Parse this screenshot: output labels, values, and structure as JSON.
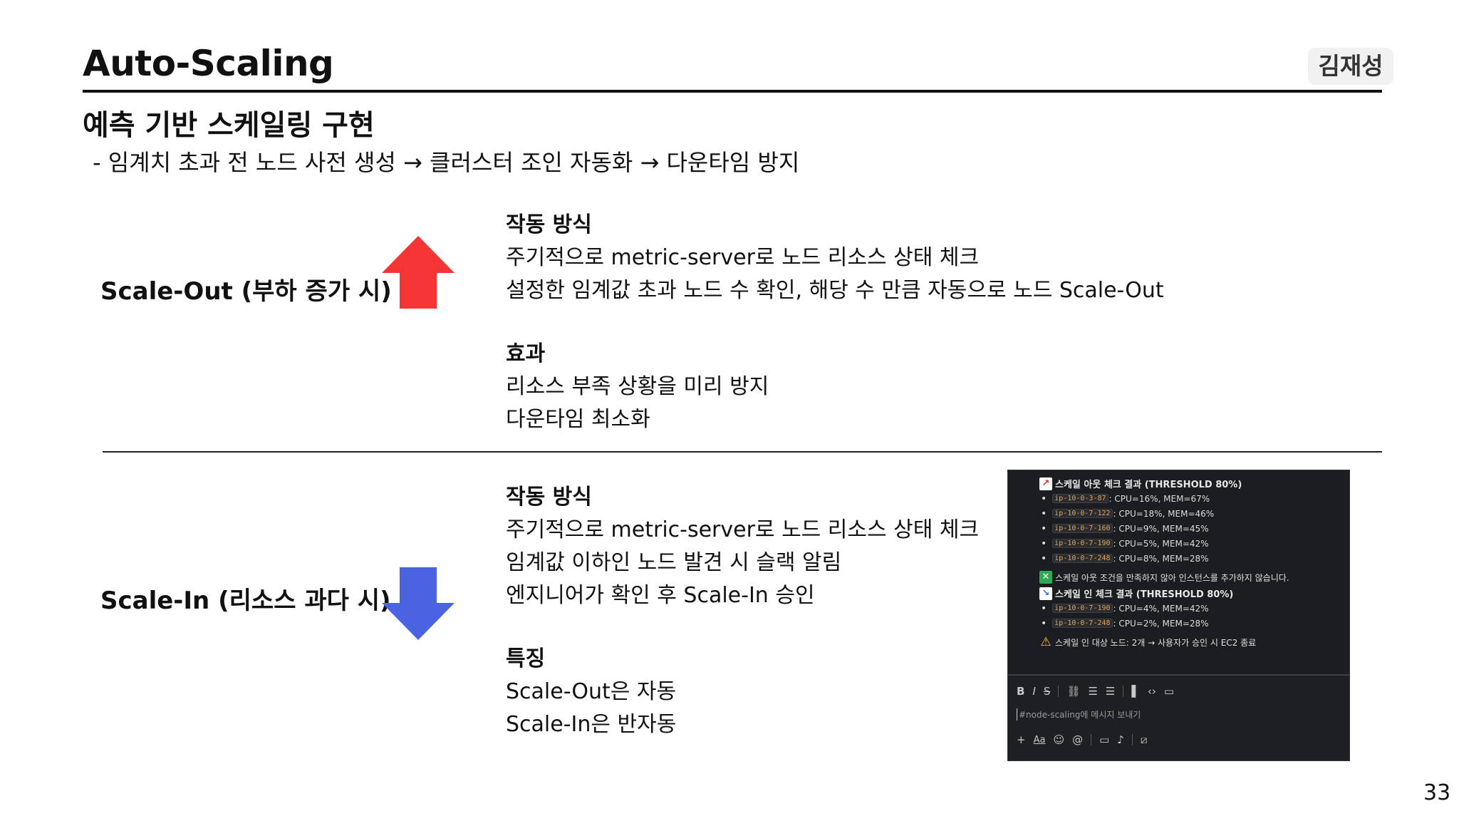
{
  "header": {
    "title": "Auto-Scaling",
    "author": "김재성",
    "subtitle": "예측 기반 스케일링 구현",
    "tagline": "- 임계치 초과 전 노드 사전 생성 → 클러스터 조인 자동화 → 다운타임 방지"
  },
  "scale_out": {
    "label": "Scale-Out (부하 증가 시)",
    "arrow_color": "#f53434",
    "sections": [
      {
        "heading": "작동 방식",
        "lines": [
          "주기적으로 metric-server로 노드 리소스 상태 체크",
          "설정한 임계값 초과 노드 수 확인, 해당 수 만큼 자동으로 노드 Scale-Out"
        ]
      },
      {
        "heading": "효과",
        "lines": [
          "리소스 부족 상황을 미리 방지",
          "다운타임 최소화"
        ]
      }
    ]
  },
  "scale_in": {
    "label": "Scale-In (리소스 과다 시)",
    "arrow_color": "#4a63e0",
    "sections": [
      {
        "heading": "작동 방식",
        "lines": [
          "주기적으로 metric-server로 노드 리소스 상태 체크",
          "임계값 이하인 노드 발견 시 슬랙 알림",
          "엔지니어가 확인 후 Scale-In 승인"
        ]
      },
      {
        "heading": "특징",
        "lines": [
          "Scale-Out은 자동",
          "Scale-In은 반자동"
        ]
      }
    ]
  },
  "slack": {
    "out_header": "스케일 아웃 체크 결과 (THRESHOLD 80%)",
    "out_header_icon": "chart-up-icon",
    "out_rows": [
      {
        "ip": "ip-10-0-3-87",
        "stats": ": CPU=16%, MEM=67%"
      },
      {
        "ip": "ip-10-0-7-122",
        "stats": ": CPU=18%, MEM=46%"
      },
      {
        "ip": "ip-10-0-7-160",
        "stats": ": CPU=9%, MEM=45%"
      },
      {
        "ip": "ip-10-0-7-190",
        "stats": ": CPU=5%, MEM=42%"
      },
      {
        "ip": "ip-10-0-7-248",
        "stats": ": CPU=8%, MEM=28%"
      }
    ],
    "out_note": "스케일 아웃 조건을 만족하지 않아 인스턴스를 추가하지 않습니다.",
    "out_note_icon": "x-mark-icon",
    "in_header": "스케일 인 체크 결과 (THRESHOLD 80%)",
    "in_header_icon": "chart-down-icon",
    "in_rows": [
      {
        "ip": "ip-10-0-7-190",
        "stats": ": CPU=4%, MEM=42%"
      },
      {
        "ip": "ip-10-0-7-248",
        "stats": ": CPU=2%, MEM=28%"
      }
    ],
    "in_note": "스케일 인 대상 노드: 2개 → 사용자가 승인 시 EC2 종료",
    "in_note_icon": "warning-icon",
    "composer_placeholder": "#node-scaling에 메시지 보내기",
    "format_aa": "Aa"
  },
  "footer": {
    "page_number": "33"
  }
}
